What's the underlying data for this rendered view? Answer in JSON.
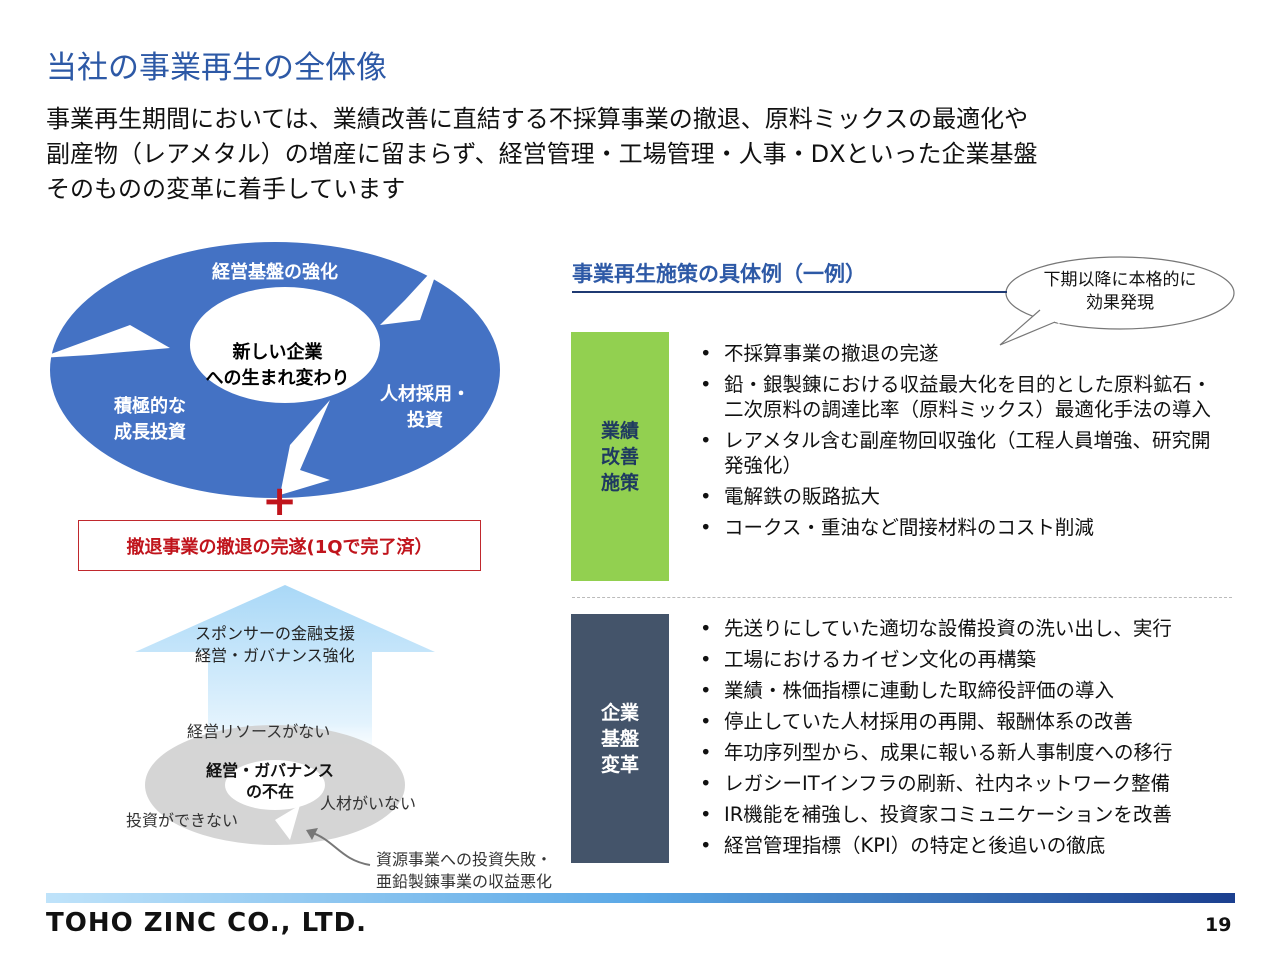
{
  "title": "当社の事業再生の全体像",
  "lead": [
    "事業再生期間においては、業績改善に直結する不採算事業の撤退、原料ミックスの最適化や",
    "副産物（レアメタル）の増産に留まらず、経営管理・工場管理・人事・DXといった企業基盤",
    "そのものの変革に着手しています"
  ],
  "cycle": {
    "center": [
      "新しい企業",
      "への生まれ変わり"
    ],
    "top": "経営基盤の強化",
    "right": [
      "人材採用・",
      "投資"
    ],
    "left": [
      "積極的な",
      "成長投資"
    ]
  },
  "plus": "+",
  "retreat": "撤退事業の撤退の完遂(1Qで完了済）",
  "arrow": [
    "スポンサーの金融支援",
    "経営・ガバナンス強化"
  ],
  "bad_cycle": {
    "center": [
      "経営・ガバナンス",
      "の不在"
    ],
    "top": "経営リソースがない",
    "right": "人材がいない",
    "left": "投資ができない",
    "cause": [
      "資源事業への投資失敗・",
      "亜鉛製錬事業の収益悪化"
    ]
  },
  "right": {
    "heading": "事業再生施策の具体例（一例）",
    "bubble": [
      "下期以降に本格的に",
      "効果発現"
    ],
    "categories": [
      {
        "label": [
          "業績",
          "改善",
          "施策"
        ],
        "color": "#92d050",
        "items": [
          "不採算事業の撤退の完遂",
          "鉛・銀製錬における収益最大化を目的とした原料鉱石・二次原料の調達比率（原料ミックス）最適化手法の導入",
          "レアメタル含む副産物回収強化（工程人員増強、研究開発強化）",
          "電解鉄の販路拡大",
          "コークス・重油など間接材料のコスト削減"
        ]
      },
      {
        "label": [
          "企業",
          "基盤",
          "変革"
        ],
        "color": "#44546a",
        "items": [
          "先送りにしていた適切な設備投資の洗い出し、実行",
          "工場におけるカイゼン文化の再構築",
          "業績・株価指標に連動した取締役評価の導入",
          "停止していた人材採用の再開、報酬体系の改善",
          "年功序列型から、成果に報いる新人事制度への移行",
          "レガシーITインフラの刷新、社内ネットワーク整備",
          "IR機能を補強し、投資家コミュニケーションを改善",
          "経営管理指標（KPI）の特定と後追いの徹底"
        ]
      }
    ]
  },
  "footer": {
    "logo": "TOHO ZINC CO., LTD.",
    "page": "19"
  }
}
